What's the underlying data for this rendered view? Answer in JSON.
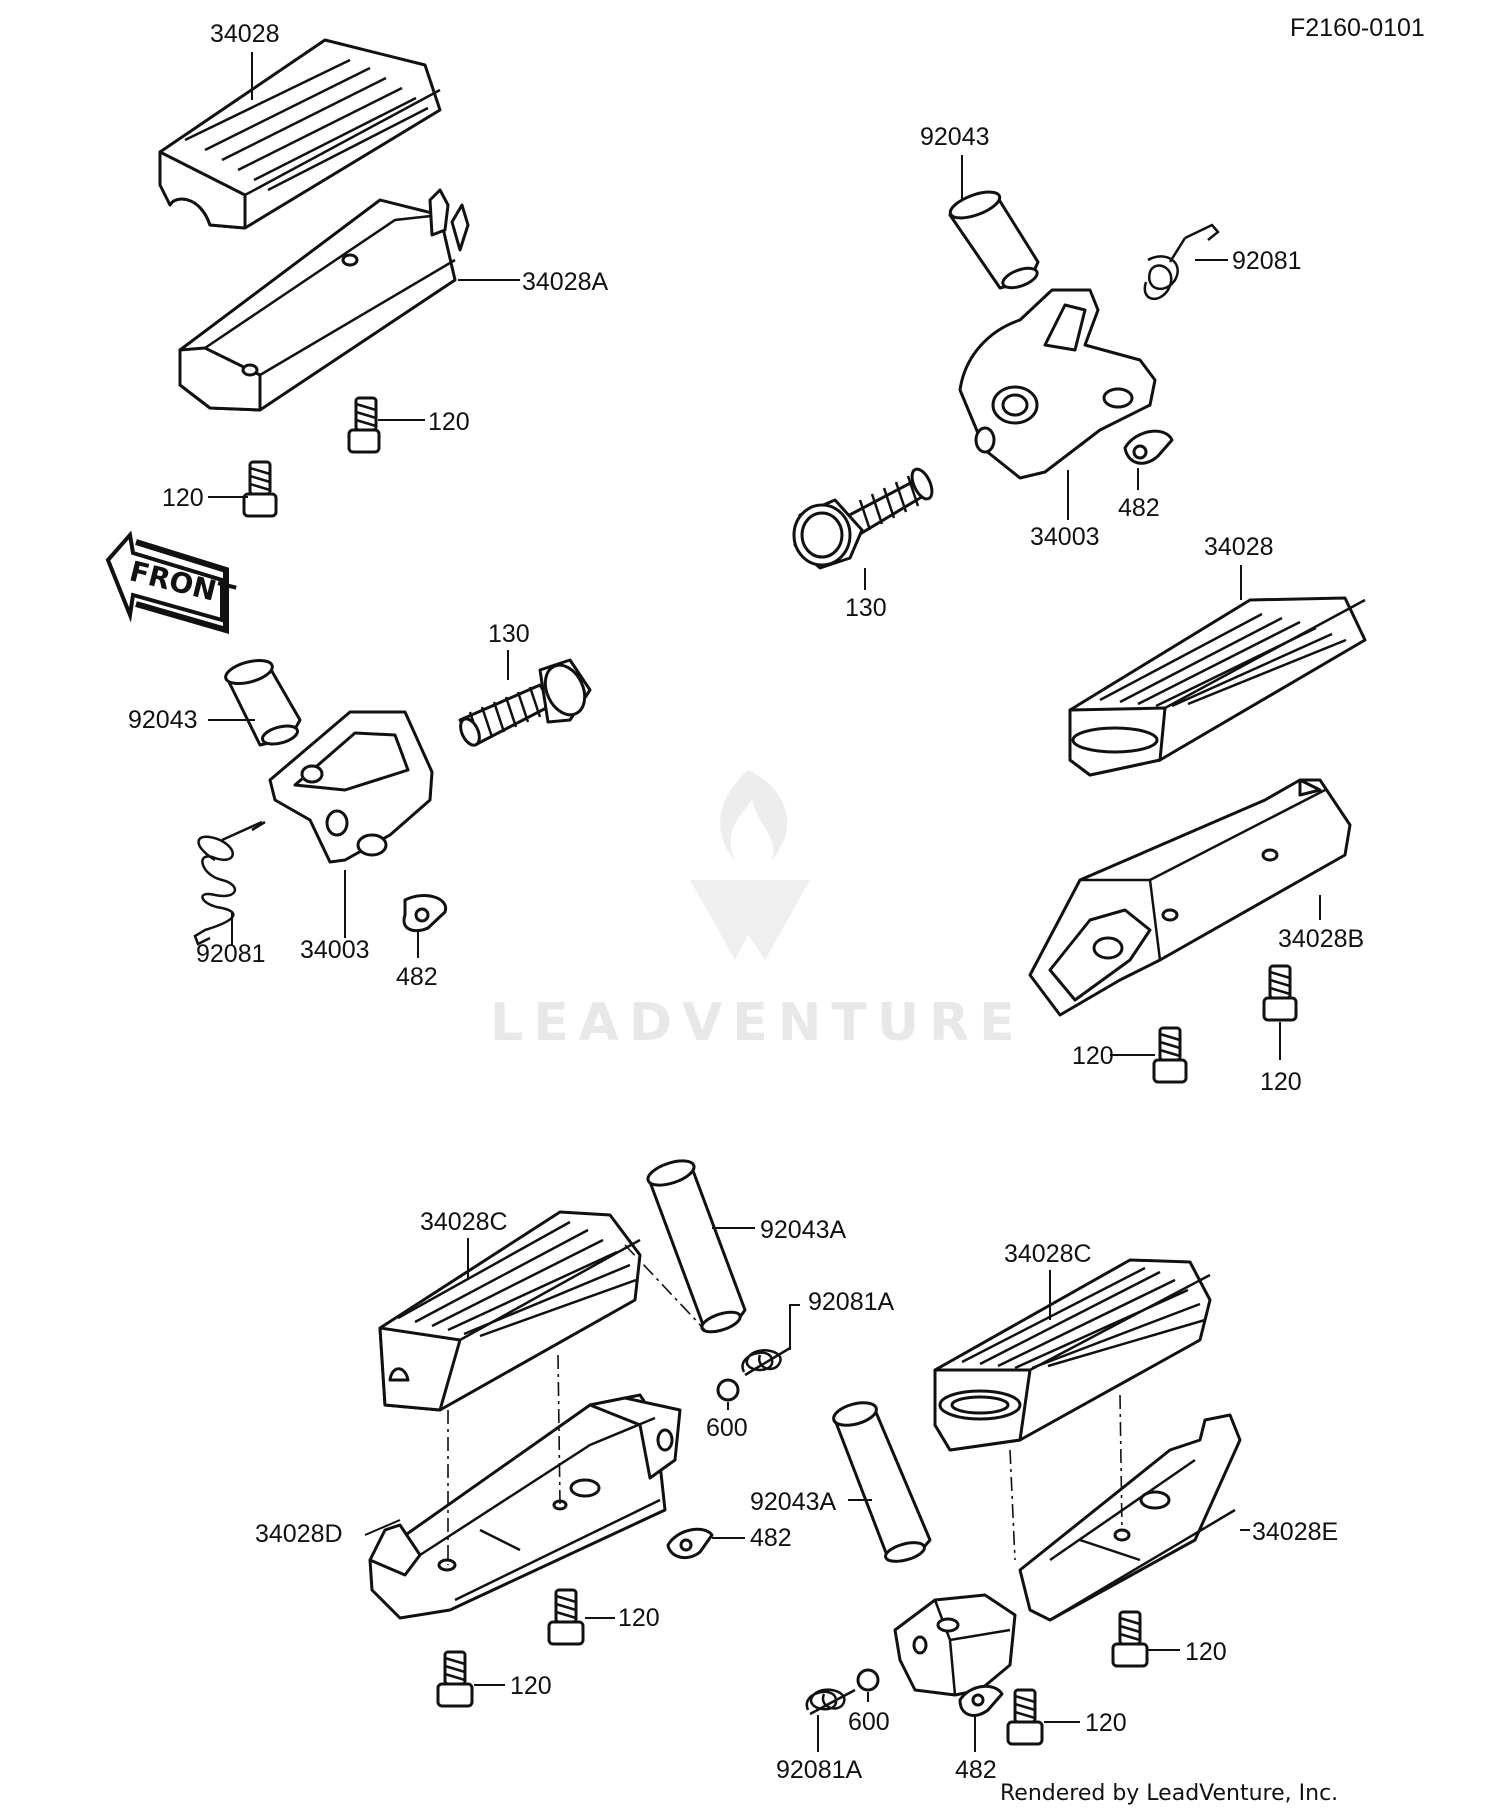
{
  "diagram_code": "F2160-0101",
  "watermark": "LEADVENTURE",
  "credit": "Rendered by LeadVenture, Inc.",
  "front_arrow": "FRONT",
  "labels": {
    "footpeg_rubber": "34028",
    "footpeg_rubber_b": "34028",
    "footpeg_a": "34028A",
    "footpeg_b": "34028B",
    "rubber_c_left": "34028C",
    "rubber_c_right": "34028C",
    "footpeg_d": "34028D",
    "footpeg_e": "34028E",
    "pin_tr": "92043",
    "pin_left": "92043",
    "pin_a_bl": "92043A",
    "pin_a_br": "92043A",
    "spring_tr": "92081",
    "spring_left": "92081",
    "spring_a_bl": "92081A",
    "spring_a_br": "92081A",
    "bracket_tr": "34003",
    "bracket_left": "34003",
    "bolt_130_tr": "130",
    "bolt_130_left": "130",
    "clip_482_tr": "482",
    "clip_482_left": "482",
    "clip_482_bl": "482",
    "clip_482_br": "482",
    "ball_600_bl": "600",
    "ball_600_br": "600",
    "screw_120_a1": "120",
    "screw_120_a2": "120",
    "screw_120_b1": "120",
    "screw_120_b2": "120",
    "screw_120_d1": "120",
    "screw_120_d2": "120",
    "screw_120_e1": "120",
    "screw_120_e2": "120"
  }
}
